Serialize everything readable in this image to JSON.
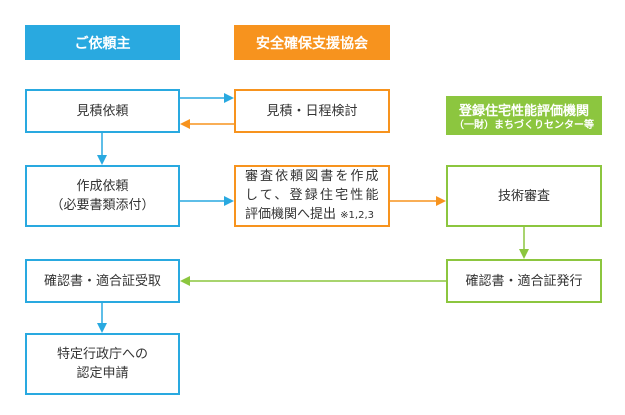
{
  "headers": {
    "client": "ご依頼主",
    "association": "安全確保支援協会",
    "agency": "登録住宅性能評価機関",
    "agency_sub": "（一財）まちづくりセンター等"
  },
  "steps": {
    "estimate_request": "見積依頼",
    "estimate_review": "見積・日程検討",
    "create_request_1": "作成依頼",
    "create_request_2": "（必要書類添付）",
    "prepare_docs_1": "審査依頼図書を作成",
    "prepare_docs_2": "して、登録住宅性能",
    "prepare_docs_3": "評価機関へ提出",
    "prepare_docs_note": "※1,2,3",
    "technical_review": "技術審査",
    "certificate_issue": "確認書・適合証発行",
    "certificate_receive": "確認書・適合証受取",
    "apply_1": "特定行政庁への",
    "apply_2": "認定申請"
  },
  "colors": {
    "blue": "#29a9e0",
    "orange": "#f7931e",
    "green": "#8cc63f"
  }
}
